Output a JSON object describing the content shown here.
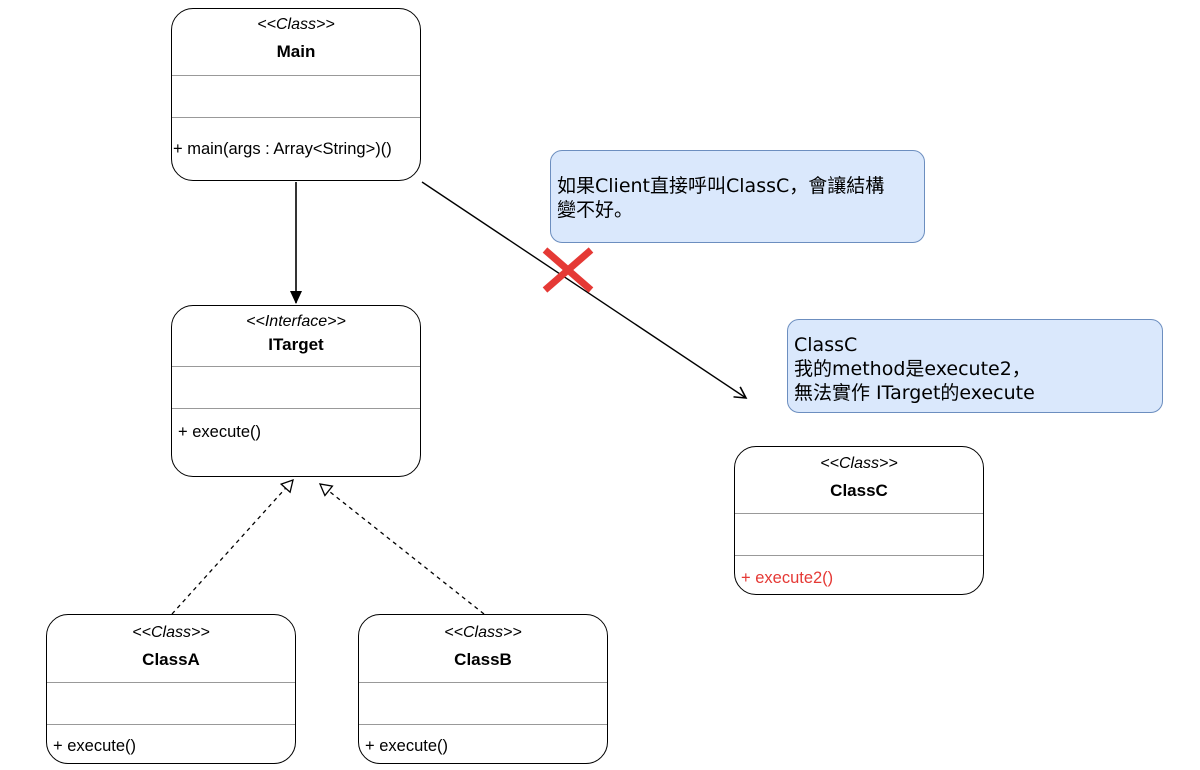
{
  "classes": {
    "main": {
      "stereotype": "<<Class>>",
      "name": "Main",
      "method": "+ main(args : Array<String>)()"
    },
    "itarget": {
      "stereotype": "<<Interface>>",
      "name": "ITarget",
      "method": "+ execute()"
    },
    "classc": {
      "stereotype": "<<Class>>",
      "name": "ClassC",
      "method": "+ execute2()"
    },
    "classa": {
      "stereotype": "<<Class>>",
      "name": "ClassA",
      "method": "+ execute()"
    },
    "classb": {
      "stereotype": "<<Class>>",
      "name": "ClassB",
      "method": "+ execute()"
    }
  },
  "notes": {
    "client": {
      "line1": "如果Client直接呼叫ClassC，會讓結構",
      "line2": "變不好。"
    },
    "classc": {
      "line1": "ClassC",
      "line2": "我的method是execute2，",
      "line3": "無法實作 ITarget的execute"
    }
  },
  "colors": {
    "note_fill": "#dae8fc",
    "note_border": "#6c8ebf",
    "cross": "#e53935",
    "warning_method": "#e53935"
  },
  "icons": {
    "cross": "cross-mark-icon"
  }
}
